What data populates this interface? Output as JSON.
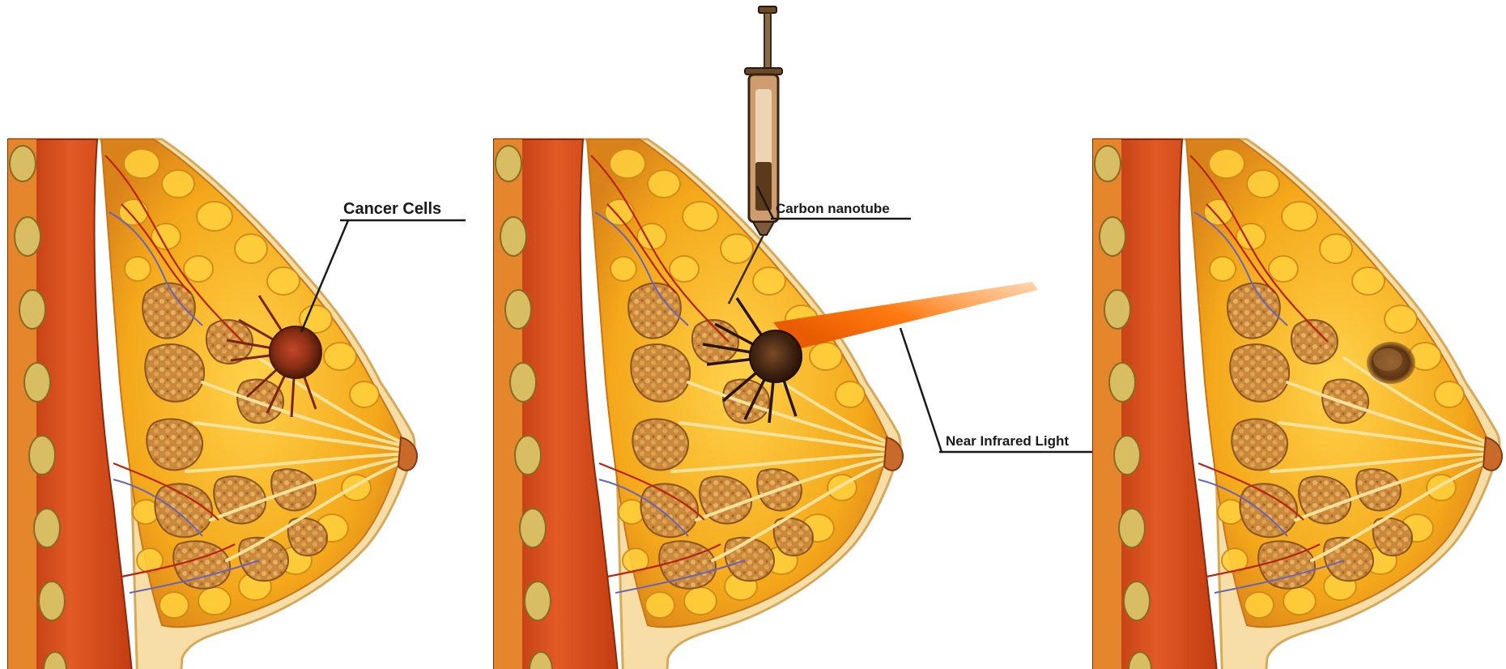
{
  "labels": {
    "cancer_cells": "Cancer Cells",
    "carbon_nanotube": "Carbon nanotube",
    "near_infrared_light": "Near Infrared Light"
  },
  "colors": {
    "skin": "#f6dea6",
    "skin_edge": "#d9a95a",
    "muscle": "#d8471c",
    "fat": "#f7b21f",
    "gland": "#b8742e",
    "tumor": "#6a2a10",
    "laser": "#ff7a10",
    "label_line": "#1a1a1a"
  },
  "icons": {
    "syringe": "syringe-icon",
    "tumor": "tumor-icon",
    "laser": "laser-beam-icon"
  }
}
